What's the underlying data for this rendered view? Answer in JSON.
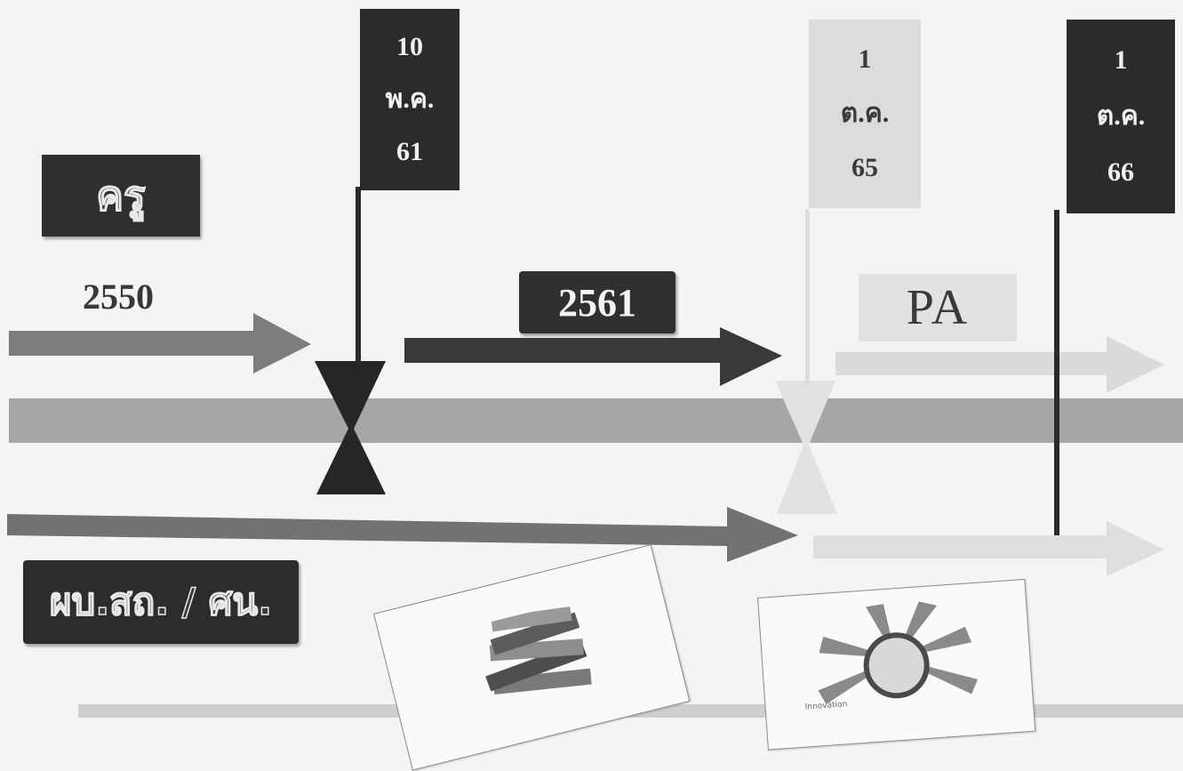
{
  "labels": {
    "teacher": "ครู",
    "director": "ผบ.สถ. / ศน.",
    "year_start": "2550",
    "year_mid": "2561",
    "pa": "PA"
  },
  "flags": [
    {
      "day": "10",
      "month": "พ.ค.",
      "year": "61"
    },
    {
      "day": "1",
      "month": "ต.ค.",
      "year": "65"
    },
    {
      "day": "1",
      "month": "ต.ค.",
      "year": "66"
    }
  ],
  "photo_books": {
    "caption": ""
  },
  "photo_idea": {
    "caption": "Innovation"
  },
  "colors": {
    "dark": "#2b2b2b",
    "mid_gray": "#7a7a7a",
    "band": "#a8a8a8",
    "light": "#dcdcdc"
  }
}
